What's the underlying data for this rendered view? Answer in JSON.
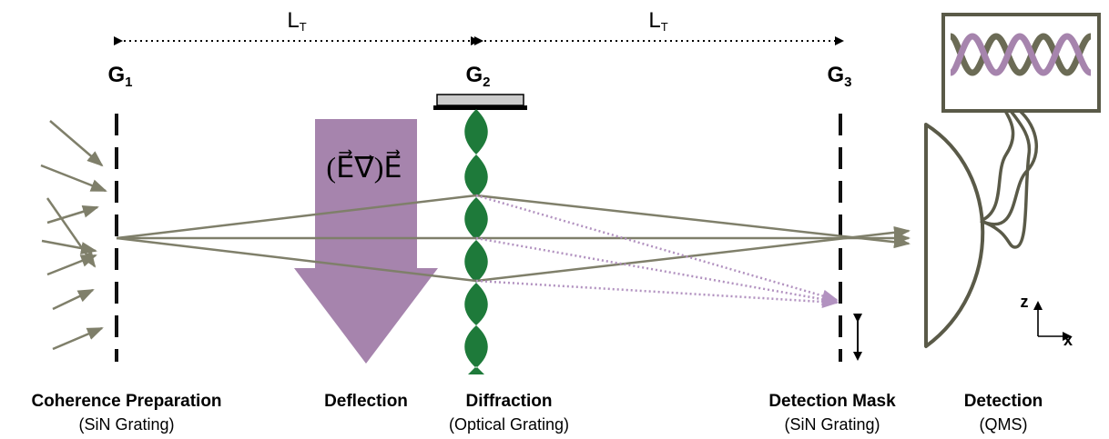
{
  "distance_labels": {
    "left": {
      "main": "L",
      "sub": "T"
    },
    "right": {
      "main": "L",
      "sub": "T"
    }
  },
  "gratings": [
    {
      "main": "G",
      "sub": "1"
    },
    {
      "main": "G",
      "sub": "2"
    },
    {
      "main": "G",
      "sub": "3"
    }
  ],
  "deflection_formula": "(E⃗∇⃗)E⃗",
  "axes": {
    "z": "z",
    "x": "x"
  },
  "stages": [
    {
      "title": "Coherence Preparation",
      "subtitle": "(SiN Grating)"
    },
    {
      "title": "Deflection",
      "subtitle": ""
    },
    {
      "title": "Diffraction",
      "subtitle": "(Optical Grating)"
    },
    {
      "title": "Detection Mask",
      "subtitle": "(SiN Grating)"
    },
    {
      "title": "Detection",
      "subtitle": "(QMS)"
    }
  ],
  "colors": {
    "beam": "#7f7f6a",
    "deflection_arrow": "#a684ad",
    "standing_wave": "#1e7a3a",
    "dotted_paths": "#b292c0",
    "signal_purple": "#a684ad",
    "signal_olive": "#6b6b55",
    "detector_outline": "#5a5a48",
    "mirror": "#cccccc"
  }
}
